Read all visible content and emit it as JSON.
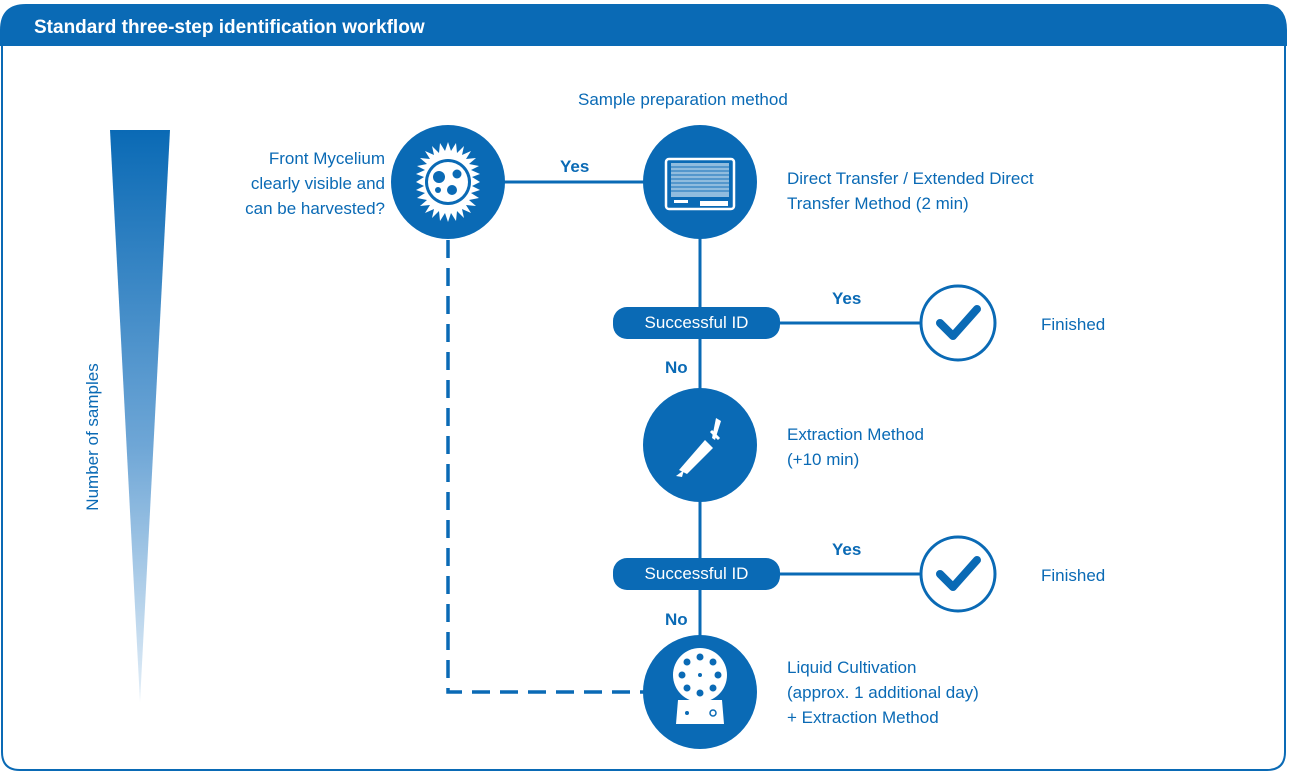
{
  "header": {
    "title": "Standard three-step identification workflow"
  },
  "column_header": "Sample preparation method",
  "axis_label": "Number of samples",
  "start_question": {
    "lines": [
      "Front Mycelium",
      "clearly visible and",
      "can be harvested?"
    ]
  },
  "steps": {
    "direct_transfer": {
      "lines": [
        "Direct Transfer / Extended Direct",
        "Transfer Method (2 min)"
      ]
    },
    "extraction": {
      "lines": [
        "Extraction Method",
        "(+10 min)"
      ]
    },
    "liquid_cultivation": {
      "lines": [
        "Liquid Cultivation",
        "(approx. 1 additional day)",
        "+ Extraction Method"
      ]
    }
  },
  "decisions": [
    {
      "label": "Successful ID",
      "yes": "Yes",
      "no": "No",
      "outcome": "Finished"
    },
    {
      "label": "Successful ID",
      "yes": "Yes",
      "no": "No",
      "outcome": "Finished"
    }
  ],
  "edge_labels": {
    "start_yes": "Yes"
  },
  "icons": {
    "start": "mycelium-colony-icon",
    "direct_transfer": "target-plate-icon",
    "extraction": "pipette-tube-icon",
    "liquid_cultivation": "shaker-incubator-icon",
    "finished": "checkmark-icon"
  },
  "colors": {
    "primary": "#0a6ab5",
    "gradient_light": "#e4eff8",
    "background": "#ffffff"
  }
}
